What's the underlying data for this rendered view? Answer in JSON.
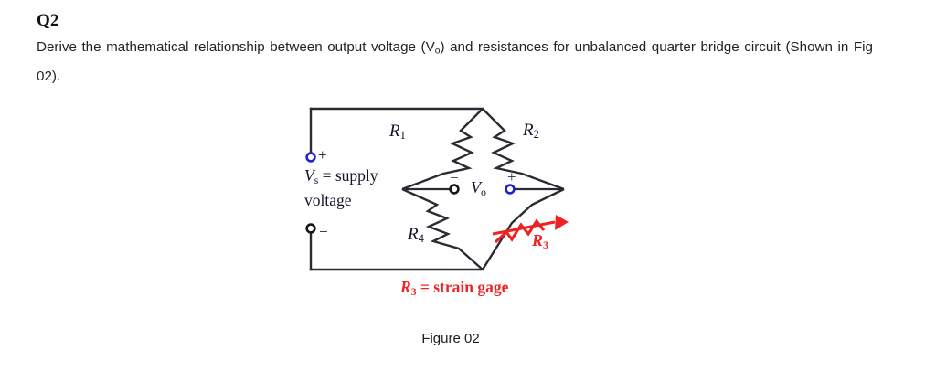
{
  "question": {
    "number": "Q2",
    "prompt_part1": "Derive the mathematical relationship between output voltage (V",
    "prompt_sub": "o",
    "prompt_part2": ") and resistances for unbalanced quarter bridge circuit (Shown in Fig 02)."
  },
  "figure": {
    "caption": "Figure 02",
    "note": "R₃ = strain gage",
    "note_symbol": "R",
    "note_symbol_sub": "3",
    "note_text": " = strain gage"
  },
  "circuit": {
    "type": "wheatstone-quarter-bridge",
    "labels": {
      "r1": "R",
      "r1_sub": "1",
      "r2": "R",
      "r2_sub": "2",
      "r3": "R",
      "r3_sub": "3",
      "r4": "R",
      "r4_sub": "4",
      "vo": "V",
      "vo_sub": "o",
      "supply_symbol": "V",
      "supply_symbol_sub": "s",
      "supply_text": " = supply",
      "supply_text_line2": "voltage"
    },
    "terminals": {
      "source_positive": "+",
      "source_negative": "−",
      "output_negative": "−",
      "output_positive": "+"
    },
    "colors": {
      "wire": "#2b2b33",
      "strain_gage": "#ee2222",
      "terminal_positive": "#2020cc",
      "terminal_negative": "#141414",
      "label_text": "#14142b"
    }
  }
}
